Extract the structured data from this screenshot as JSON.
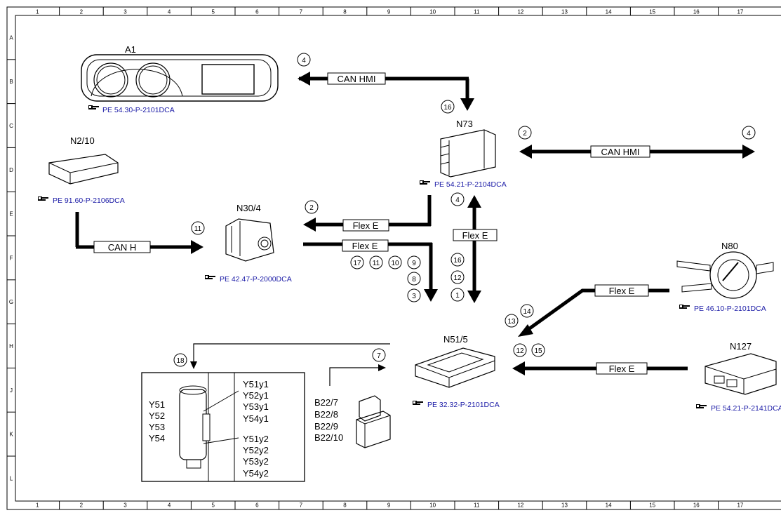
{
  "grid": {
    "columns": [
      "1",
      "2",
      "3",
      "4",
      "5",
      "6",
      "7",
      "8",
      "9",
      "10",
      "11",
      "12",
      "13",
      "14",
      "15",
      "16",
      "17"
    ],
    "rows": [
      "A",
      "B",
      "C",
      "D",
      "E",
      "F",
      "G",
      "H",
      "J",
      "K",
      "L"
    ]
  },
  "components": {
    "a1": {
      "label": "A1",
      "ref": "PE 54.30-P-2101DCA"
    },
    "n73": {
      "label": "N73",
      "ref": "PE 54.21-P-2104DCA"
    },
    "n2_10": {
      "label": "N2/10",
      "ref": "PE 91.60-P-2106DCA"
    },
    "n30_4": {
      "label": "N30/4",
      "ref": "PE 42.47-P-2000DCA"
    },
    "n80": {
      "label": "N80",
      "ref": "PE 46.10-P-2101DCA"
    },
    "n51_5": {
      "label": "N51/5",
      "ref": "PE 32.32-P-2101DCA"
    },
    "n127": {
      "label": "N127",
      "ref": "PE 54.21-P-2141DCA"
    },
    "pump_left": [
      "Y51",
      "Y52",
      "Y53",
      "Y54"
    ],
    "pump_right_top": [
      "Y51y1",
      "Y52y1",
      "Y53y1",
      "Y54y1"
    ],
    "pump_right_bottom": [
      "Y51y2",
      "Y52y2",
      "Y53y2",
      "Y54y2"
    ],
    "sensors": [
      "B22/7",
      "B22/8",
      "B22/9",
      "B22/10"
    ]
  },
  "buses": {
    "can_hmi": "CAN HMI",
    "can_h": "CAN H",
    "flex_e": "Flex E"
  },
  "markers": {
    "m4a": "4",
    "m16a": "16",
    "m2a": "2",
    "m4b": "4",
    "m2b": "2",
    "m11": "11",
    "m4c": "4",
    "m17": "17",
    "m11b": "11",
    "m10": "10",
    "m9": "9",
    "m8": "8",
    "m3": "3",
    "m16b": "16",
    "m12a": "12",
    "m1": "1",
    "m14": "14",
    "m13": "13",
    "m12b": "12",
    "m15": "15",
    "m7": "7",
    "m18": "18"
  },
  "icons": {
    "pointing_hand": "pointing-hand-icon"
  }
}
